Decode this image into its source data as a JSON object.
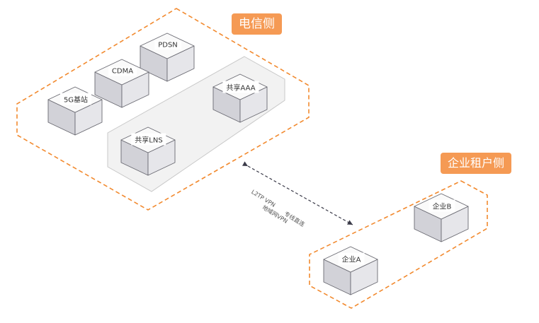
{
  "zones": {
    "telecom": {
      "title": "电信侧"
    },
    "tenant": {
      "title": "企业租户侧"
    }
  },
  "nodes": {
    "pdsn": "PDSN",
    "cdma": "CDMA",
    "bs5g": "5G基站",
    "aaa": "共享AAA",
    "lns": "共享LNS",
    "ent_a": "企业A",
    "ent_b": "企业B"
  },
  "link": {
    "labels": [
      "L2TP VPN",
      "地域网VPN",
      "专线直连"
    ]
  },
  "colors": {
    "dashed_border": "#f28a2f",
    "title_bg": "#f59a54",
    "cube_top": "#fafafa",
    "cube_left": "#d2d2d8",
    "cube_right": "#e6e6ea",
    "cube_edge": "#6a6a72",
    "shared_panel": "#f2f2f2"
  }
}
